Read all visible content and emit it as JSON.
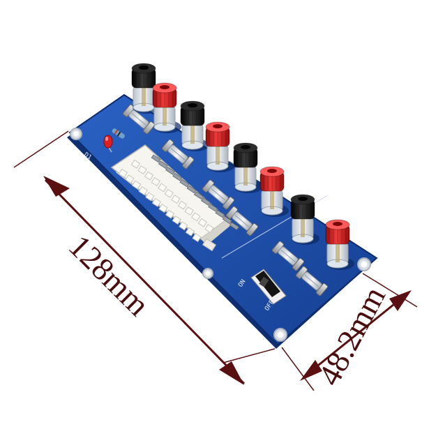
{
  "product": {
    "dimensions": {
      "length_label": "128mm",
      "width_label": "48.2mm"
    },
    "switch_labels": {
      "on": "ON",
      "off": "OFF"
    },
    "colors": {
      "board": "#1d4fa8",
      "board_edge": "#0f2f73",
      "dimension_lines": "#5a1010",
      "post_black": "#111111",
      "post_red": "#d01818",
      "connector": "#f4f4f0"
    },
    "binding_posts": [
      {
        "color": "black"
      },
      {
        "color": "red"
      },
      {
        "color": "black"
      },
      {
        "color": "red"
      },
      {
        "color": "black"
      },
      {
        "color": "red"
      },
      {
        "color": "black"
      },
      {
        "color": "red"
      }
    ]
  }
}
